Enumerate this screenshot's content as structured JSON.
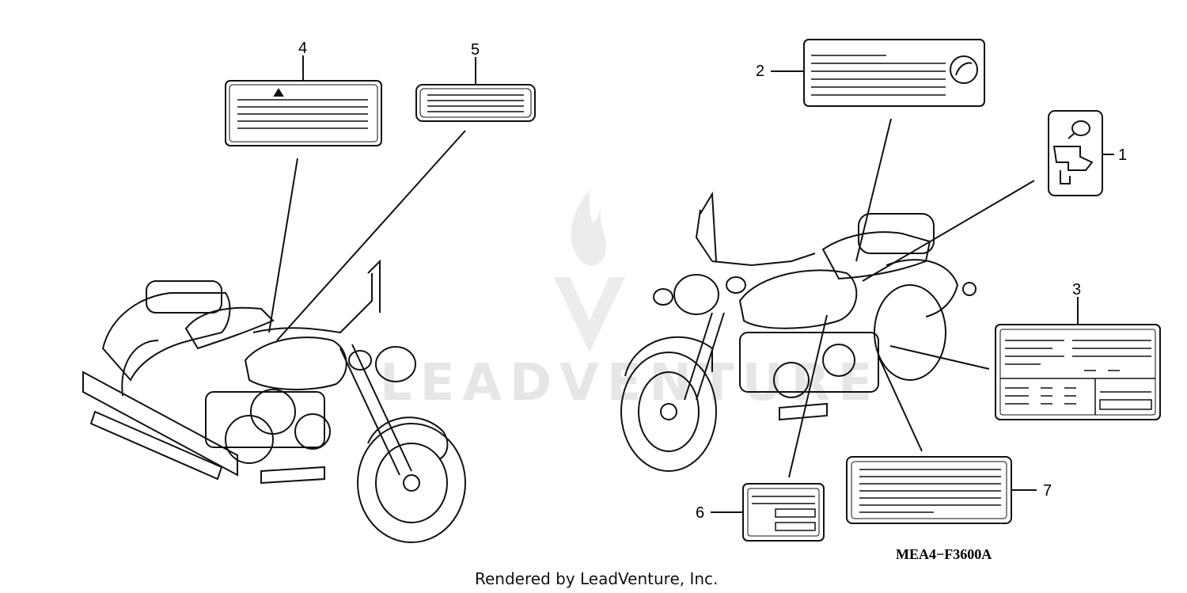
{
  "diagram": {
    "callouts": [
      "1",
      "2",
      "3",
      "4",
      "5",
      "6",
      "7"
    ],
    "figure_code": "MEA4−F3600A",
    "credit": "Rendered by LeadVenture, Inc.",
    "watermark": "LEADVENTURE"
  },
  "colors": {
    "line": "#111111",
    "watermark": "#e6e6e6"
  }
}
